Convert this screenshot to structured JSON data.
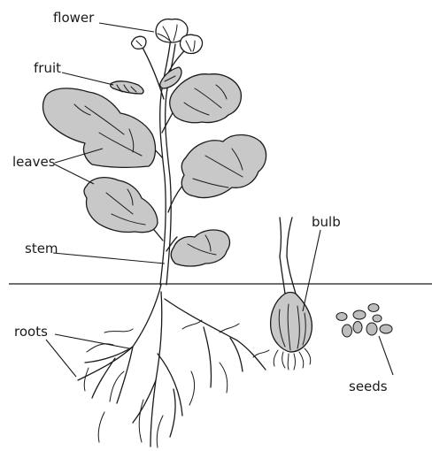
{
  "labels": {
    "flower": "flower",
    "fruit": "fruit",
    "leaves": "leaves",
    "stem": "stem",
    "roots": "roots",
    "bulb": "bulb",
    "seeds": "seeds"
  },
  "colors": {
    "leaf_fill": "#c8c8c8",
    "line": "#1a1a1a",
    "background": "#ffffff"
  }
}
